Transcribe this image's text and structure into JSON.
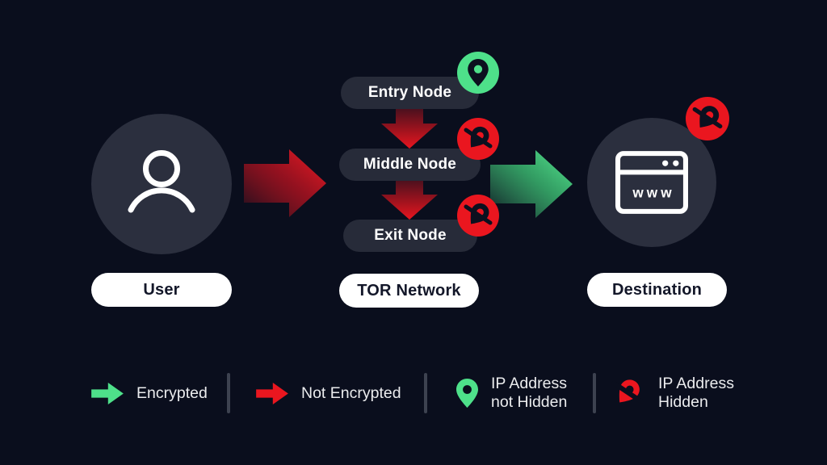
{
  "diagram": {
    "user": {
      "label": "User"
    },
    "arrow_user_to_tor": {
      "type": "not-encrypted",
      "color": "#ea161f"
    },
    "tor": {
      "label": "TOR Network",
      "nodes": [
        {
          "label": "Entry Node",
          "badge": "ip-address-not-hidden"
        },
        {
          "label": "Middle Node",
          "badge": "ip-address-hidden"
        },
        {
          "label": "Exit Node",
          "badge": "ip-address-hidden"
        }
      ]
    },
    "arrow_tor_to_destination": {
      "type": "encrypted",
      "color": "#4ee08a"
    },
    "destination": {
      "label": "Destination",
      "badge": "ip-address-hidden",
      "browser_text": "www"
    }
  },
  "legend": {
    "items": [
      {
        "icon": "encrypted-arrow-icon",
        "lines": [
          "Encrypted"
        ]
      },
      {
        "icon": "not-encrypted-arrow-icon",
        "lines": [
          "Not Encrypted"
        ]
      },
      {
        "icon": "ip-visible-pin-icon",
        "lines": [
          "IP Address",
          "not Hidden"
        ]
      },
      {
        "icon": "ip-hidden-pin-icon",
        "lines": [
          "IP Address",
          "Hidden"
        ]
      }
    ]
  },
  "colors": {
    "background": "#0a0e1d",
    "green": "#4ee08a",
    "red": "#ea161f",
    "node_pill": "#272b39",
    "entity_circle": "#2b2f3e",
    "label_pill_bg": "#ffffff",
    "label_pill_text": "#131729",
    "legend_text": "#ebecee",
    "divider": "#3d4250"
  }
}
